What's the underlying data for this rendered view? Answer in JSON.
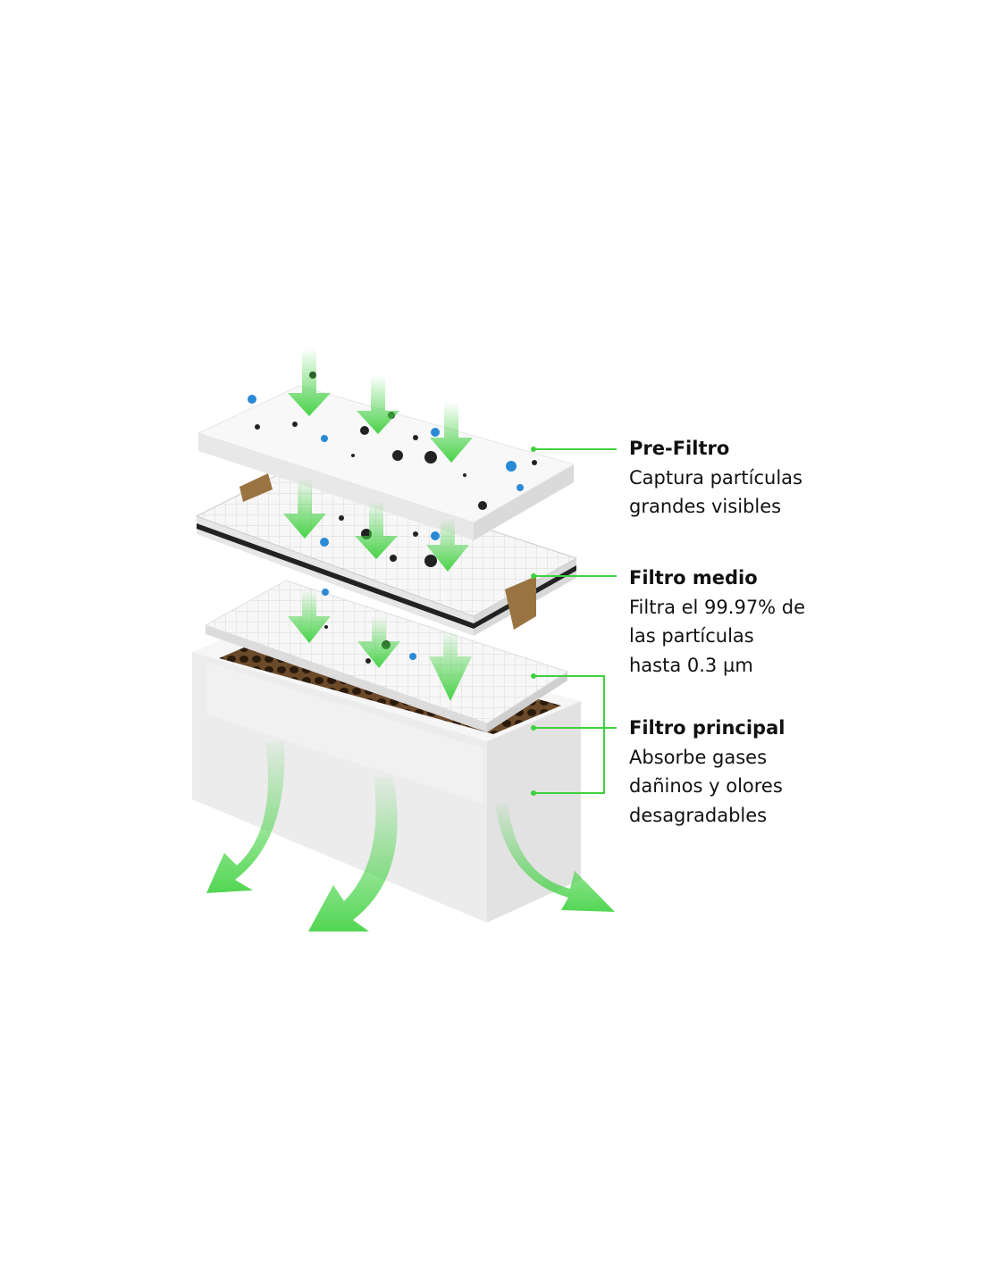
{
  "colors": {
    "accent": "#3fd13f",
    "filter_white": "#f4f4f4",
    "carbon_brown": "#6b4a2a",
    "particle_blue": "#2a8ad6"
  },
  "layers": [
    {
      "title": "Pre-Filtro",
      "lines": [
        "Captura partículas",
        "grandes visibles"
      ]
    },
    {
      "title": "Filtro medio",
      "lines": [
        "Filtra el 99.97% de",
        "las partículas",
        "hasta 0.3 µm"
      ]
    },
    {
      "title": "Filtro principal",
      "lines": [
        "Absorbe gases",
        "dañinos y olores",
        "desagradables"
      ]
    }
  ]
}
